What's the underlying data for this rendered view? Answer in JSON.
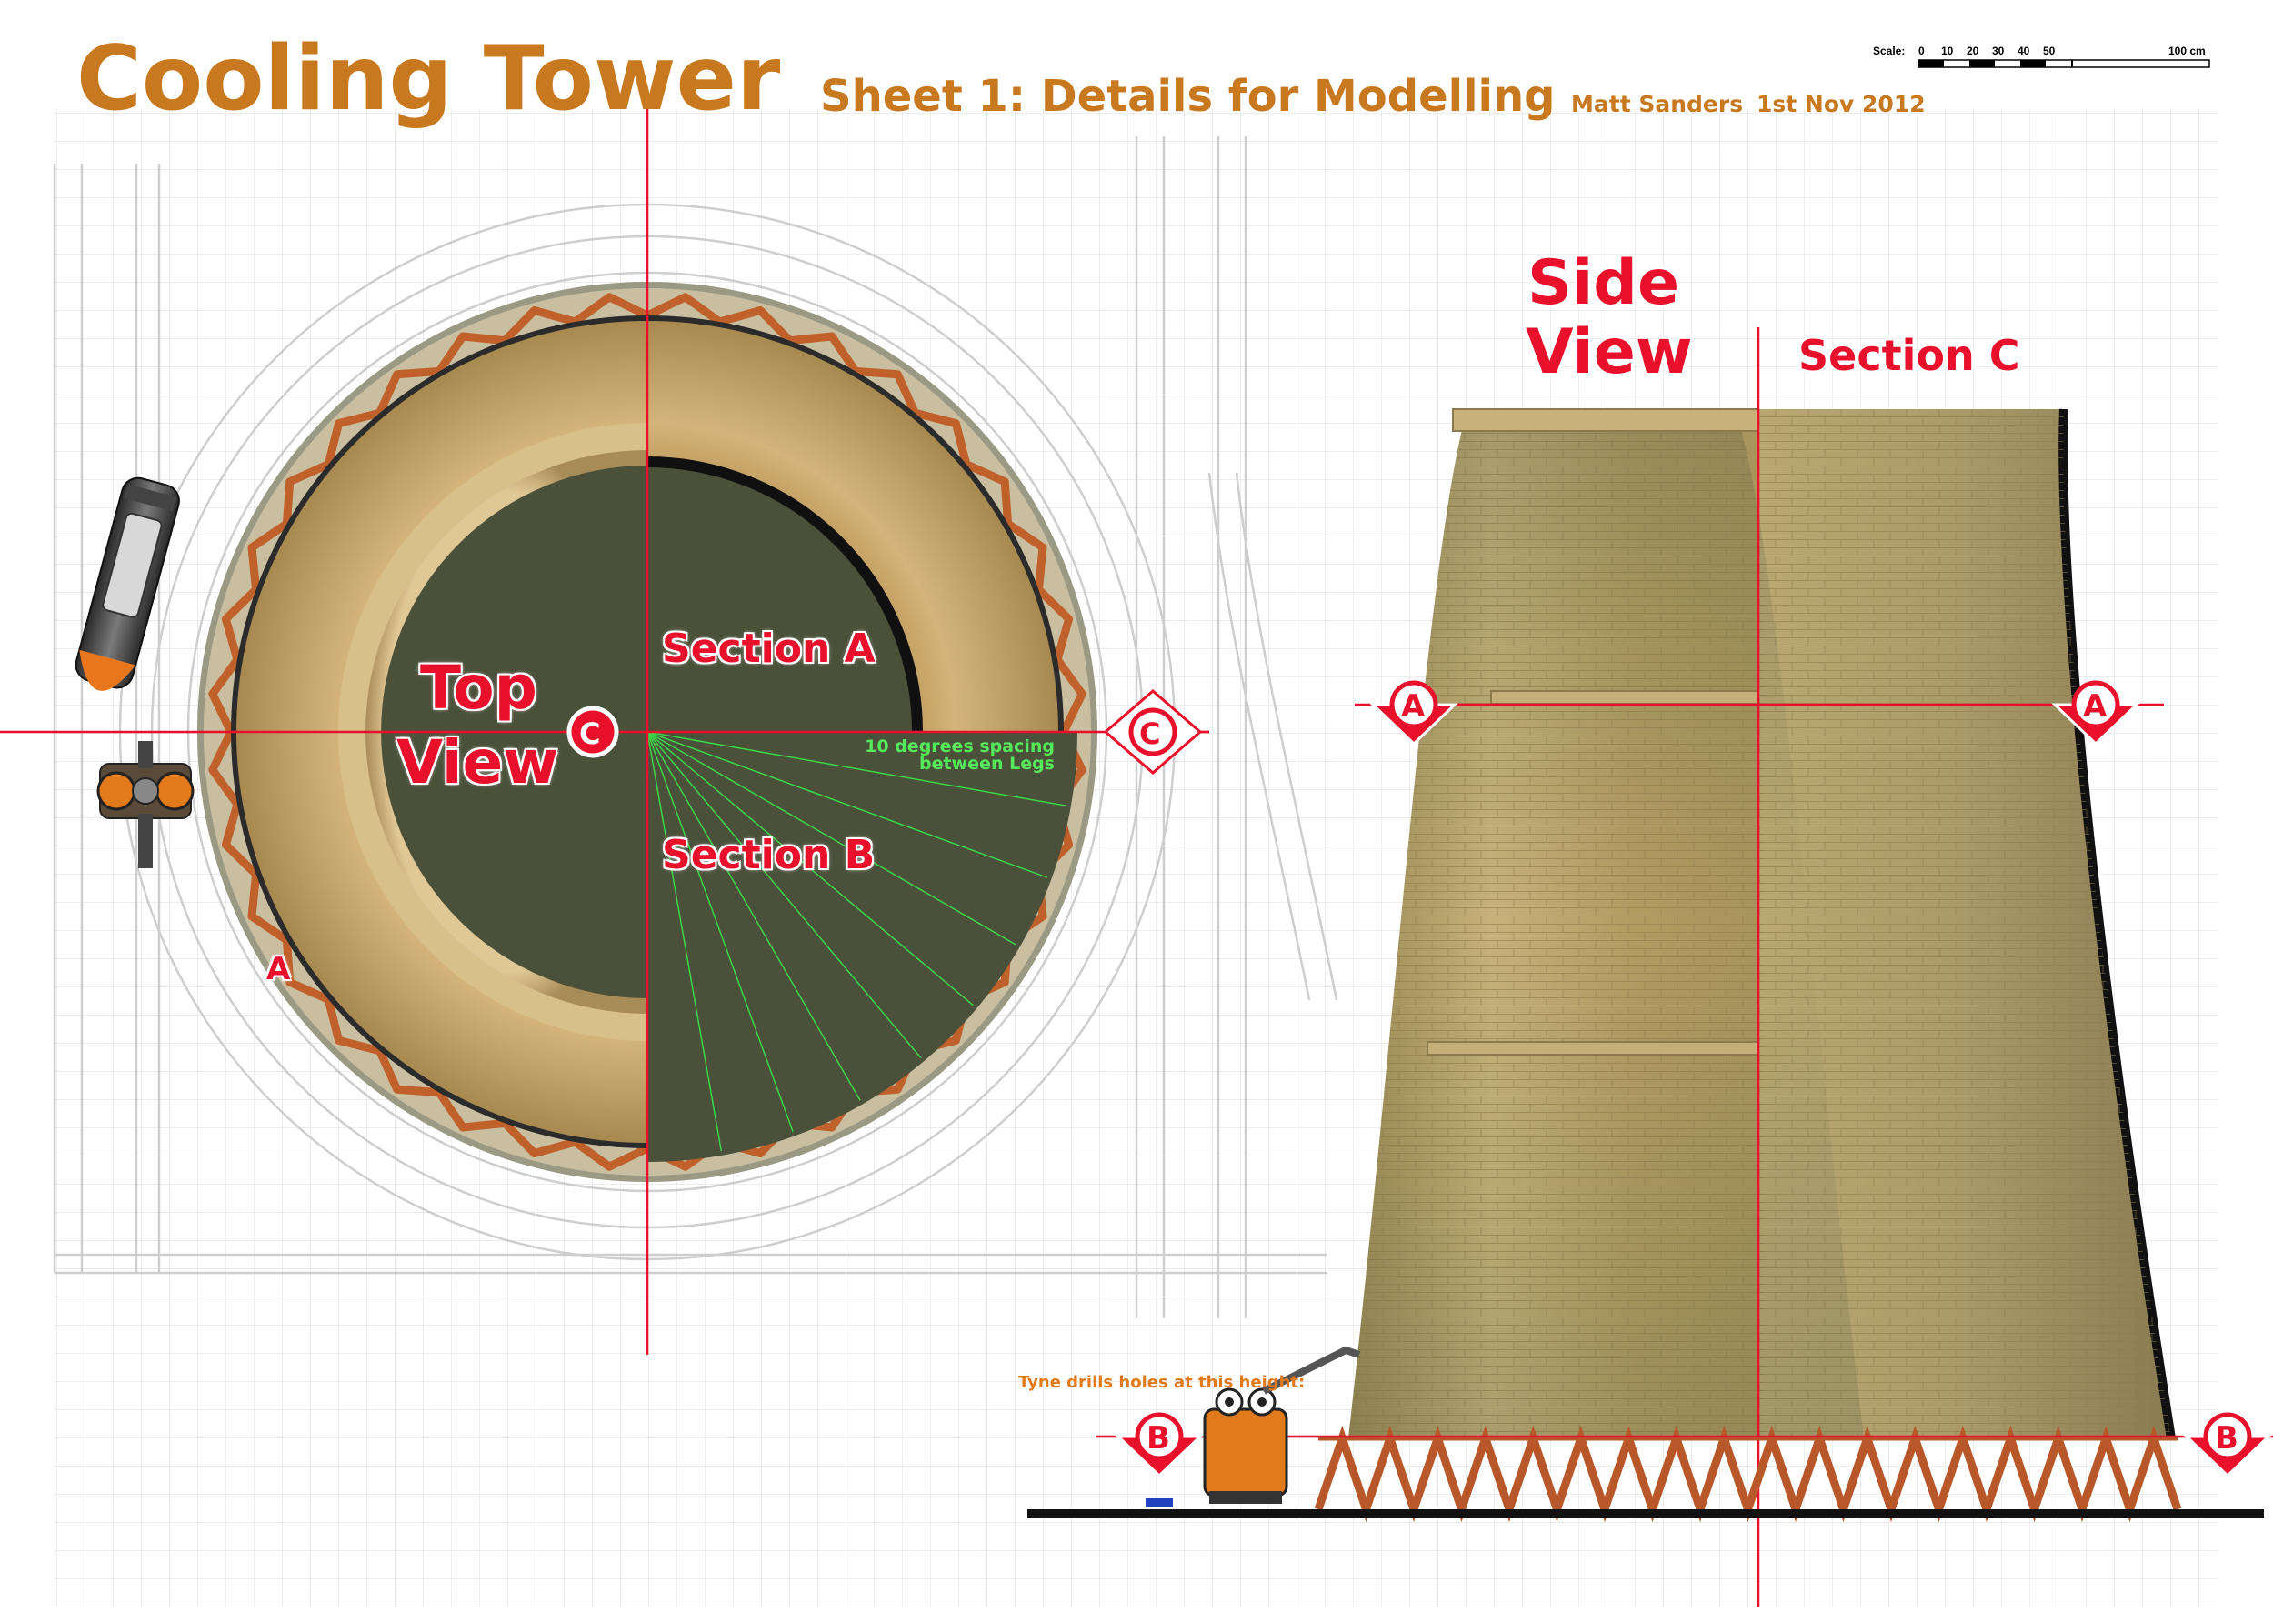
{
  "header": {
    "title": "Cooling Tower",
    "subtitle": "Sheet 1:  Details for Modelling",
    "author": "Matt Sanders",
    "date": "1st Nov 2012"
  },
  "scale": {
    "label": "Scale:",
    "ticks": [
      "0",
      "10",
      "20",
      "30",
      "40",
      "50"
    ],
    "end_label": "100 cm"
  },
  "top_view": {
    "title_line1": "Top",
    "title_line2": "View",
    "section_a": "Section A",
    "section_b": "Section B",
    "legs_note_line1": "10 degrees spacing",
    "legs_note_line2": "between Legs",
    "marker_a": "A",
    "marker_c": "C"
  },
  "side_view": {
    "title_line1": "Side",
    "title_line2": "View",
    "section_c": "Section C",
    "marker_a": "A",
    "marker_b": "B",
    "drill_note": "Tyne drills holes at this height:"
  },
  "colors": {
    "title_orange": "#c8781e",
    "label_red": "#e8102a",
    "note_green": "#54e85a",
    "concrete": "#b8a060",
    "ring_tan": "#c8a868",
    "interior_green": "#4a503c",
    "leg_orange": "#c0602a"
  }
}
